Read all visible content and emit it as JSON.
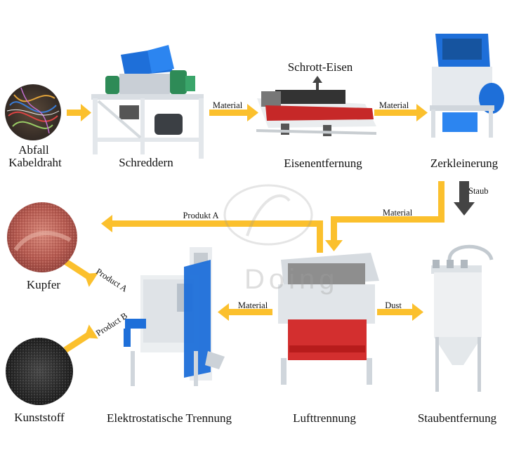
{
  "nodes": {
    "abfall_line1": "Abfall",
    "abfall_line2": "Kabeldraht",
    "schreddern": "Schreddern",
    "eisenentfernung": "Eisenentfernung",
    "schrott_eisen": "Schrott-Eisen",
    "zerkleinerung": "Zerkleinerung",
    "kupfer": "Kupfer",
    "kunststoff": "Kunststoff",
    "elektrostatische": "Elektrostatische Trennung",
    "lufttrennung": "Lufttrennung",
    "staubentfernung": "Staubentfernung"
  },
  "edges": {
    "material_1": "Material",
    "material_2": "Material",
    "material_3": "Material",
    "material_4": "Material",
    "staub": "Staub",
    "produkt_a": "Produkt A",
    "dust": "Dust",
    "product_a": "Product A",
    "product_b": "Product B"
  },
  "watermark": "Doing",
  "colors": {
    "arrow_yellow": "#FBC02D",
    "arrow_dark": "#444444",
    "machine_blue": "#1E6FD9",
    "machine_green": "#2E8B57",
    "machine_red": "#D32F2F",
    "machine_white": "#ECEFF1",
    "copper": "#C0645A",
    "plastic": "#2B2B2B"
  }
}
